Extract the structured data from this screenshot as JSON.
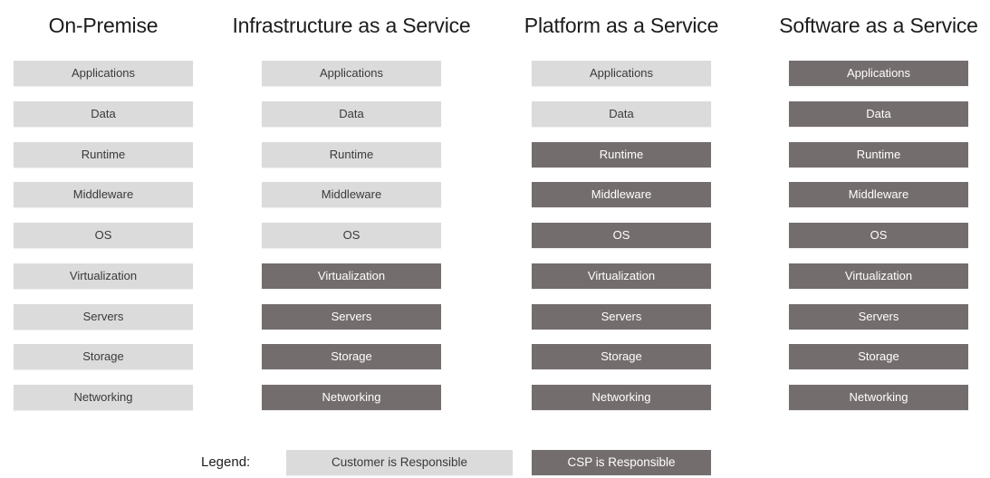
{
  "diagram": {
    "columns": [
      {
        "title": "On-Premise",
        "rows": [
          {
            "label": "Applications",
            "responsible": "customer"
          },
          {
            "label": "Data",
            "responsible": "customer"
          },
          {
            "label": "Runtime",
            "responsible": "customer"
          },
          {
            "label": "Middleware",
            "responsible": "customer"
          },
          {
            "label": "OS",
            "responsible": "customer"
          },
          {
            "label": "Virtualization",
            "responsible": "customer"
          },
          {
            "label": "Servers",
            "responsible": "customer"
          },
          {
            "label": "Storage",
            "responsible": "customer"
          },
          {
            "label": "Networking",
            "responsible": "customer"
          }
        ]
      },
      {
        "title": "Infrastructure as a Service",
        "rows": [
          {
            "label": "Applications",
            "responsible": "customer"
          },
          {
            "label": "Data",
            "responsible": "customer"
          },
          {
            "label": "Runtime",
            "responsible": "customer"
          },
          {
            "label": "Middleware",
            "responsible": "customer"
          },
          {
            "label": "OS",
            "responsible": "customer"
          },
          {
            "label": "Virtualization",
            "responsible": "csp"
          },
          {
            "label": "Servers",
            "responsible": "csp"
          },
          {
            "label": "Storage",
            "responsible": "csp"
          },
          {
            "label": "Networking",
            "responsible": "csp"
          }
        ]
      },
      {
        "title": "Platform as a Service",
        "rows": [
          {
            "label": "Applications",
            "responsible": "customer"
          },
          {
            "label": "Data",
            "responsible": "customer"
          },
          {
            "label": "Runtime",
            "responsible": "csp"
          },
          {
            "label": "Middleware",
            "responsible": "csp"
          },
          {
            "label": "OS",
            "responsible": "csp"
          },
          {
            "label": "Virtualization",
            "responsible": "csp"
          },
          {
            "label": "Servers",
            "responsible": "csp"
          },
          {
            "label": "Storage",
            "responsible": "csp"
          },
          {
            "label": "Networking",
            "responsible": "csp"
          }
        ]
      },
      {
        "title": "Software as a Service",
        "rows": [
          {
            "label": "Applications",
            "responsible": "csp"
          },
          {
            "label": "Data",
            "responsible": "csp"
          },
          {
            "label": "Runtime",
            "responsible": "csp"
          },
          {
            "label": "Middleware",
            "responsible": "csp"
          },
          {
            "label": "OS",
            "responsible": "csp"
          },
          {
            "label": "Virtualization",
            "responsible": "csp"
          },
          {
            "label": "Servers",
            "responsible": "csp"
          },
          {
            "label": "Storage",
            "responsible": "csp"
          },
          {
            "label": "Networking",
            "responsible": "csp"
          }
        ]
      }
    ],
    "legend": {
      "label": "Legend:",
      "items": [
        {
          "label": "Customer is Responsible",
          "responsible": "customer"
        },
        {
          "label": "CSP is Responsible",
          "responsible": "csp"
        }
      ]
    },
    "colors": {
      "customer": "#dbdbdb",
      "csp": "#746d6d",
      "customer_text": "#3a3a3a",
      "csp_text": "#ffffff",
      "title_text": "#1c1c1c",
      "background": "#ffffff"
    }
  }
}
